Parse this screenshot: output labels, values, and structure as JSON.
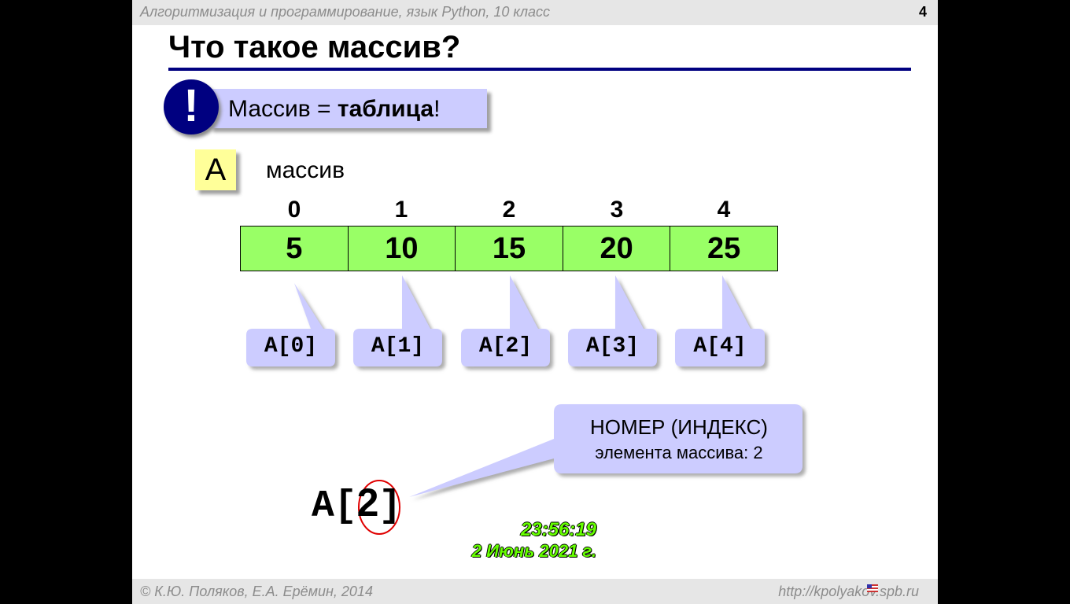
{
  "header": {
    "course": "Алгоритмизация и программирование, язык Python, 10 класс",
    "page_number": "4"
  },
  "title": "Что такое массив?",
  "note": {
    "prefix": "Массив = ",
    "bold": "таблица",
    "suffix": "!",
    "icon": "exclamation-icon"
  },
  "array": {
    "name": "A",
    "label": "массив",
    "indices": [
      "0",
      "1",
      "2",
      "3",
      "4"
    ],
    "values": [
      "5",
      "10",
      "15",
      "20",
      "25"
    ],
    "element_labels": [
      "A[0]",
      "A[1]",
      "A[2]",
      "A[3]",
      "A[4]"
    ]
  },
  "callout": {
    "line1": "НОМЕР (ИНДЕКС)",
    "line2": "элемента массива: 2"
  },
  "expression": {
    "left": "A[",
    "index": "2",
    "right": "]"
  },
  "clock": {
    "time": "23:56:19",
    "date": "2 Июнь 2021 г."
  },
  "footer": {
    "copyright": "© К.Ю. Поляков, Е.А. Ерёмин, 2014",
    "url": "http://kpolyakov.spb.ru",
    "flag_icon": "us-flag-icon"
  },
  "colors": {
    "accent": "#000080",
    "cell_fill": "#99ff66",
    "label_fill": "#ccccff",
    "name_fill": "#ffff99",
    "highlight": "#e00000"
  }
}
